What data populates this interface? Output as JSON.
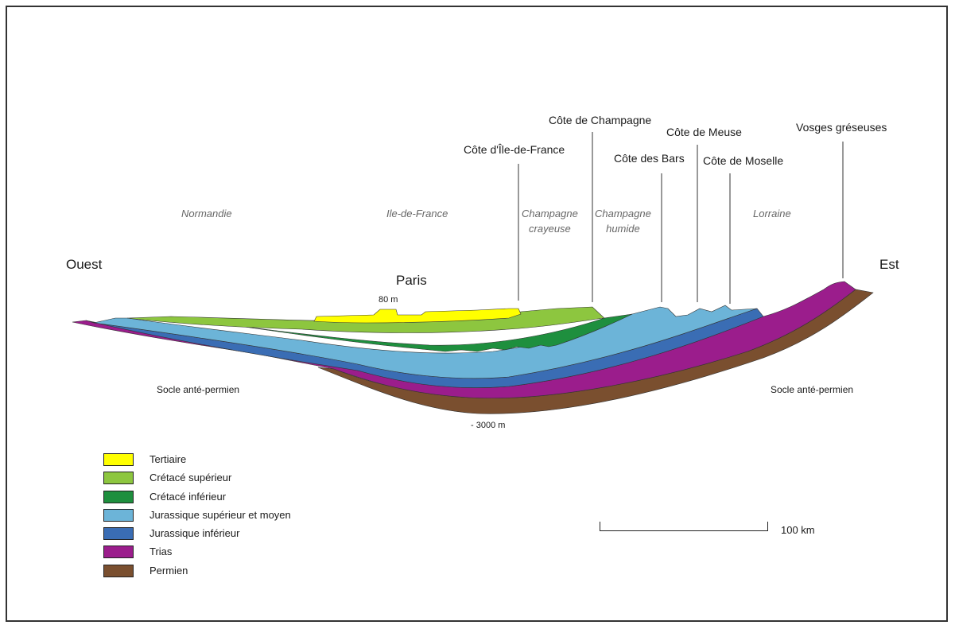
{
  "directions": {
    "west": "Ouest",
    "east": "Est"
  },
  "city": {
    "name": "Paris",
    "elevation": "80 m"
  },
  "depth": "- 3000 m",
  "socle": {
    "left": "Socle anté-permien",
    "right": "Socle anté-permien"
  },
  "regions": {
    "normandie": "Normandie",
    "iledefrance": "Ile-de-France",
    "champagne_crayeuse_1": "Champagne",
    "champagne_crayeuse_2": "crayeuse",
    "champagne_humide_1": "Champagne",
    "champagne_humide_2": "humide",
    "lorraine": "Lorraine"
  },
  "cotes": {
    "iledefrance": "Côte d'Île-de-France",
    "champagne": "Côte de Champagne",
    "bars": "Côte des Bars",
    "meuse": "Côte de Meuse",
    "moselle": "Côte de Moselle",
    "vosges": "Vosges gréseuses"
  },
  "layer_colors": {
    "tertiaire": "#ffff00",
    "cretace_sup": "#8dc63f",
    "cretace_inf": "#1e8f3e",
    "jurassique_sup": "#6cb4d8",
    "jurassique_inf": "#3a6db4",
    "trias": "#9b1d8c",
    "permien": "#7a4f2f"
  },
  "legend": [
    {
      "label": "Tertiaire",
      "color": "#ffff00"
    },
    {
      "label": "Crétacé supérieur",
      "color": "#8dc63f"
    },
    {
      "label": "Crétacé inférieur",
      "color": "#1e8f3e"
    },
    {
      "label": "Jurassique supérieur et moyen",
      "color": "#6cb4d8"
    },
    {
      "label": "Jurassique inférieur",
      "color": "#3a6db4"
    },
    {
      "label": "Trias",
      "color": "#9b1d8c"
    },
    {
      "label": "Permien",
      "color": "#7a4f2f"
    }
  ],
  "scale": {
    "label": "100 km"
  }
}
